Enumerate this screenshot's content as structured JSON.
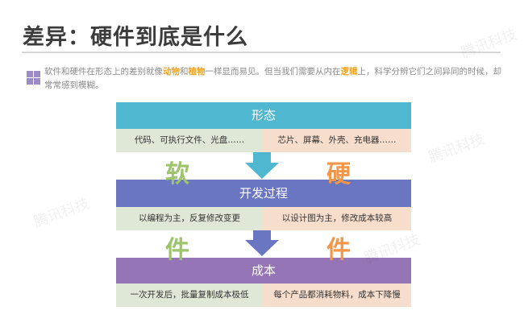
{
  "title": "差异：硬件到底是什么",
  "intro": {
    "p1": "软件和硬件在形态上的差别就像",
    "h1": "动物",
    "p2": "和",
    "h2": "植物",
    "p3": "一样显而易见。但当我们需要从内在",
    "h3": "逻辑",
    "p4": "上，科学分辨它们之间异同的时候，却常常感到模糊。"
  },
  "side_labels": {
    "soft1": "软",
    "soft2": "件",
    "hard1": "硬",
    "hard2": "件"
  },
  "stages": [
    {
      "label": "形态",
      "software": "代码、可执行文件、光盘……",
      "hardware": "芯片、屏幕、外壳、充电器……",
      "color": "#4fb7cf"
    },
    {
      "label": "开发过程",
      "software": "以编程为主，反复修改变更",
      "hardware": "以设计图为主，修改成本较高",
      "color": "#6a76c2"
    },
    {
      "label": "成本",
      "software": "一次开发后，批量复制成本极低",
      "hardware": "每个产品都消耗物料，成本下降慢",
      "color": "#9575b5"
    }
  ],
  "watermark": "腾讯科技",
  "colors": {
    "soft": "#9cc46a",
    "hard": "#f3964a",
    "soft_bg": "#dfe8d6",
    "hard_bg": "#f6ddcc"
  }
}
